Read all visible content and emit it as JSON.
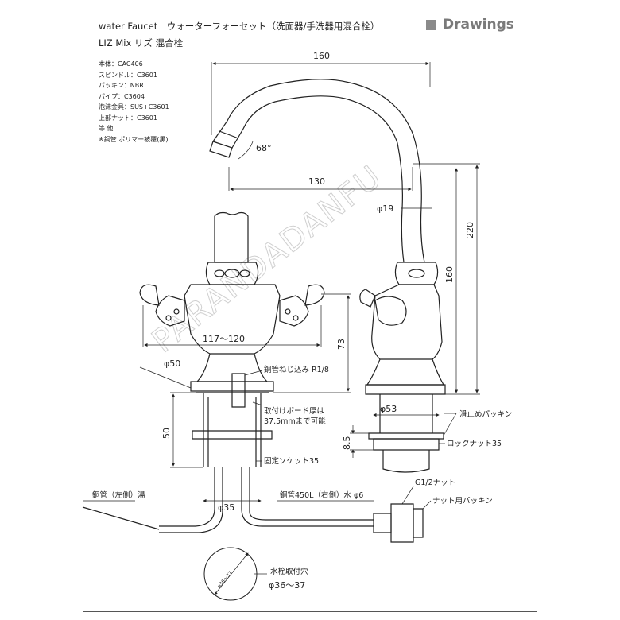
{
  "header": {
    "title_line1": "water Faucet　ウォーターフォーセット（洗面器/手洗器用混合栓）",
    "title_line2": "LIZ Mix リズ 混合栓",
    "badge_text": "Drawings",
    "badge_color": "#8a8a8a"
  },
  "specs": [
    "本体：CAC406",
    "スピンドル：C3601",
    "パッキン：NBR",
    "パイプ：C3604",
    "泡沫金具：SUS+C3601",
    "上部ナット：C3601",
    "等 他",
    "※銅管 ポリマー被覆(黒)"
  ],
  "dimensions": {
    "d160_top": "160",
    "d130": "130",
    "angle": "68°",
    "phi19": "φ19",
    "d220": "220",
    "d160_side": "160",
    "d117": "117～120",
    "d73": "73",
    "phi50": "φ50",
    "d50": "50",
    "phi53": "φ53",
    "d8_5": "8.5",
    "phi35": "φ35",
    "phi6_label": "銅管450L（右側）水 φ6"
  },
  "labels": {
    "thread": "銅管ねじ込み R1/8",
    "board_line1": "取付けボード厚は",
    "board_line2": "37.5mmまで可能",
    "socket": "固定ソケット35",
    "left_pipe": "銅管（左側）湯",
    "slip_packing": "滑止めパッキン",
    "lock_nut": "ロックナット35",
    "g_nut": "G1/2ナット",
    "nut_packing": "ナット用パッキン",
    "hole_title": "水栓取付穴",
    "hole_size": "φ36～37",
    "hole_inner": "φ36～37"
  },
  "watermark": "PARANDADANFU"
}
